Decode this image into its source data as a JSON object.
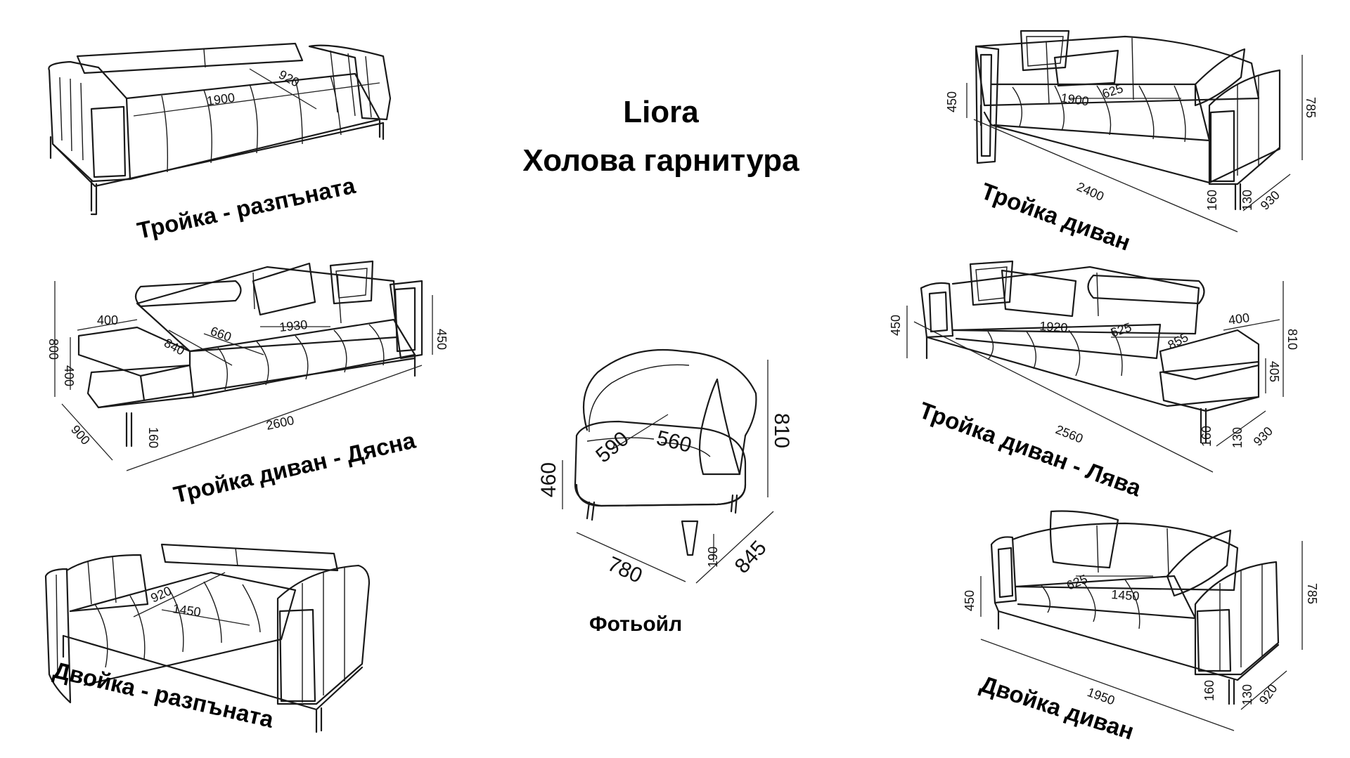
{
  "header": {
    "title_line1": "Liora",
    "title_line2": "Холова гарнитура"
  },
  "items": {
    "sofa3_open": {
      "label": "Тройка - разпъната",
      "dims": {
        "length": "1900",
        "depth": "920"
      }
    },
    "sofa3": {
      "label": "Тройка диван",
      "dims": {
        "seat_length": "1900",
        "seat_depth": "625",
        "width": "2400",
        "depth": "930",
        "height": "785",
        "seat_height": "450",
        "leg_height": "160",
        "base": "130"
      }
    },
    "sofa3_right": {
      "label": "Тройка диван - Дясна",
      "dims": {
        "height": "800",
        "shelf_width": "400",
        "shelf_height": "400",
        "shelf_depth": "840",
        "seat_depth": "660",
        "seat_length": "1930",
        "seat_height": "450",
        "width": "2600",
        "depth": "900",
        "leg_height": "160"
      }
    },
    "sofa3_left": {
      "label": "Тройка диван - Лява",
      "dims": {
        "seat_height": "450",
        "seat_length": "1920",
        "seat_depth": "625",
        "shelf_depth": "855",
        "shelf_width": "400",
        "height": "810",
        "shelf_height": "405",
        "width": "2560",
        "leg_height": "160",
        "base": "130",
        "depth": "930"
      }
    },
    "armchair": {
      "label": "Фотьойл",
      "dims": {
        "seat_depth": "590",
        "seat_width": "560",
        "height": "810",
        "seat_height": "460",
        "width": "780",
        "depth": "845",
        "leg_height": "190"
      }
    },
    "sofa2_open": {
      "label": "Двойка - разпъната",
      "dims": {
        "depth": "920",
        "length": "1450"
      }
    },
    "sofa2": {
      "label": "Двойка диван",
      "dims": {
        "seat_depth": "625",
        "seat_length": "1450",
        "seat_height": "450",
        "height": "785",
        "width": "1950",
        "leg_height": "160",
        "base": "130",
        "depth": "920"
      }
    }
  }
}
